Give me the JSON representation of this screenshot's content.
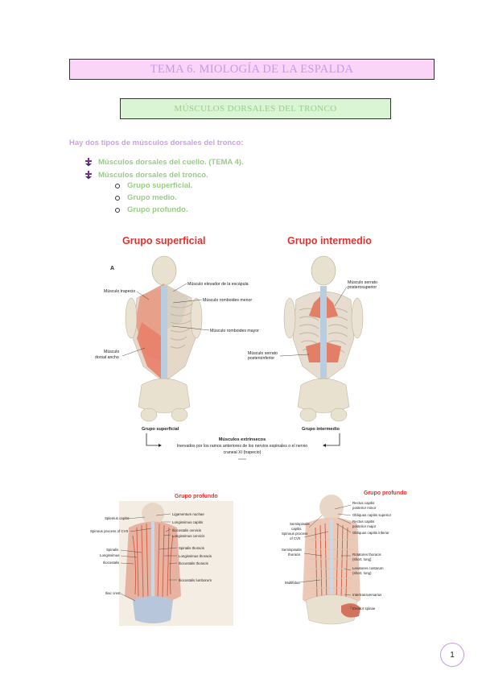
{
  "title": "TEMA 6. MIOLOGÍA DE LA ESPALDA",
  "subtitle": "MÚSCULOS DORSALES DEL TRONCO",
  "intro": "Hay dos tipos de músculos dorsales del tronco:",
  "bullets": [
    "Músculos dorsales del cuello. (TEMA 4).",
    "Músculos dorsales del tronco."
  ],
  "subitems": [
    "Grupo superficial.",
    "Grupo medio.",
    "Grupo profundo."
  ],
  "figure_top": {
    "heading_left": "Grupo superficial",
    "heading_right": "Grupo intermedio",
    "panel_letter": "A",
    "labels_left": {
      "trapecio": "Músculo trapecio",
      "elevador": "Músculo  elevador de la escápula",
      "romb_menor": "Músculo romboides menor",
      "romb_mayor": "Músculo romboides mayor",
      "dorsal_ancho_1": "Músculo",
      "dorsal_ancho_2": "dorsal ancho"
    },
    "labels_right": {
      "serrato_sup_1": "Músculo serrato",
      "serrato_sup_2": "posterosuperior",
      "serrato_inf_1": "Músculo serrato",
      "serrato_inf_2": "posteroinferior"
    },
    "caption_left": "Grupo superficial",
    "caption_right": "Grupo intermedio",
    "bracket_title": "Músculos extrínsecos",
    "bracket_line1": "Inervados por los ramos anteriores de los nervios espinales o el nervio",
    "bracket_line2": "craneal XI (trapecio)"
  },
  "figure_bottom_left": {
    "heading": "Grupo profundo",
    "labels_left": [
      "Splenius capitis",
      "Spinous process of CVII",
      "Spinalis",
      "Longissimus",
      "Iliocostalis",
      "Iliac crest"
    ],
    "labels_right": [
      "Ligamentum nuchae",
      "Longissimus capitis",
      "Iliocostalis cervicis",
      "Longissimus cervicis",
      "Spinalis thoracis",
      "Longissimus thoracis",
      "Iliocostalis thoracis",
      "Iliocostalis lumborum"
    ]
  },
  "figure_bottom_right": {
    "heading": "Grupo profundo",
    "labels_left": [
      "Semispinalis",
      "capitis",
      "Spinous process",
      "of CVII",
      "Semispinalis",
      "thoracis",
      "Multifidus"
    ],
    "labels_right": [
      "Rectus capitis",
      "posterior minor",
      "Obliquus capitis superior",
      "Rectus capitis",
      "posterior major",
      "Obliquus capitis inferior",
      "Rotatores thoracis",
      "(short, long)",
      "Levatores costarum",
      "(short, long)",
      "Intertransversarius",
      "Erector spinae"
    ]
  },
  "page_number": "1",
  "colors": {
    "title_bg": "#fbd5f7",
    "title_text": "#c898e8",
    "subtitle_bg": "#d9f5d4",
    "subtitle_text": "#9ccc8c",
    "intro_text": "#cf9fe9",
    "list_text": "#99cd86",
    "figure_heading": "#e0332f"
  }
}
